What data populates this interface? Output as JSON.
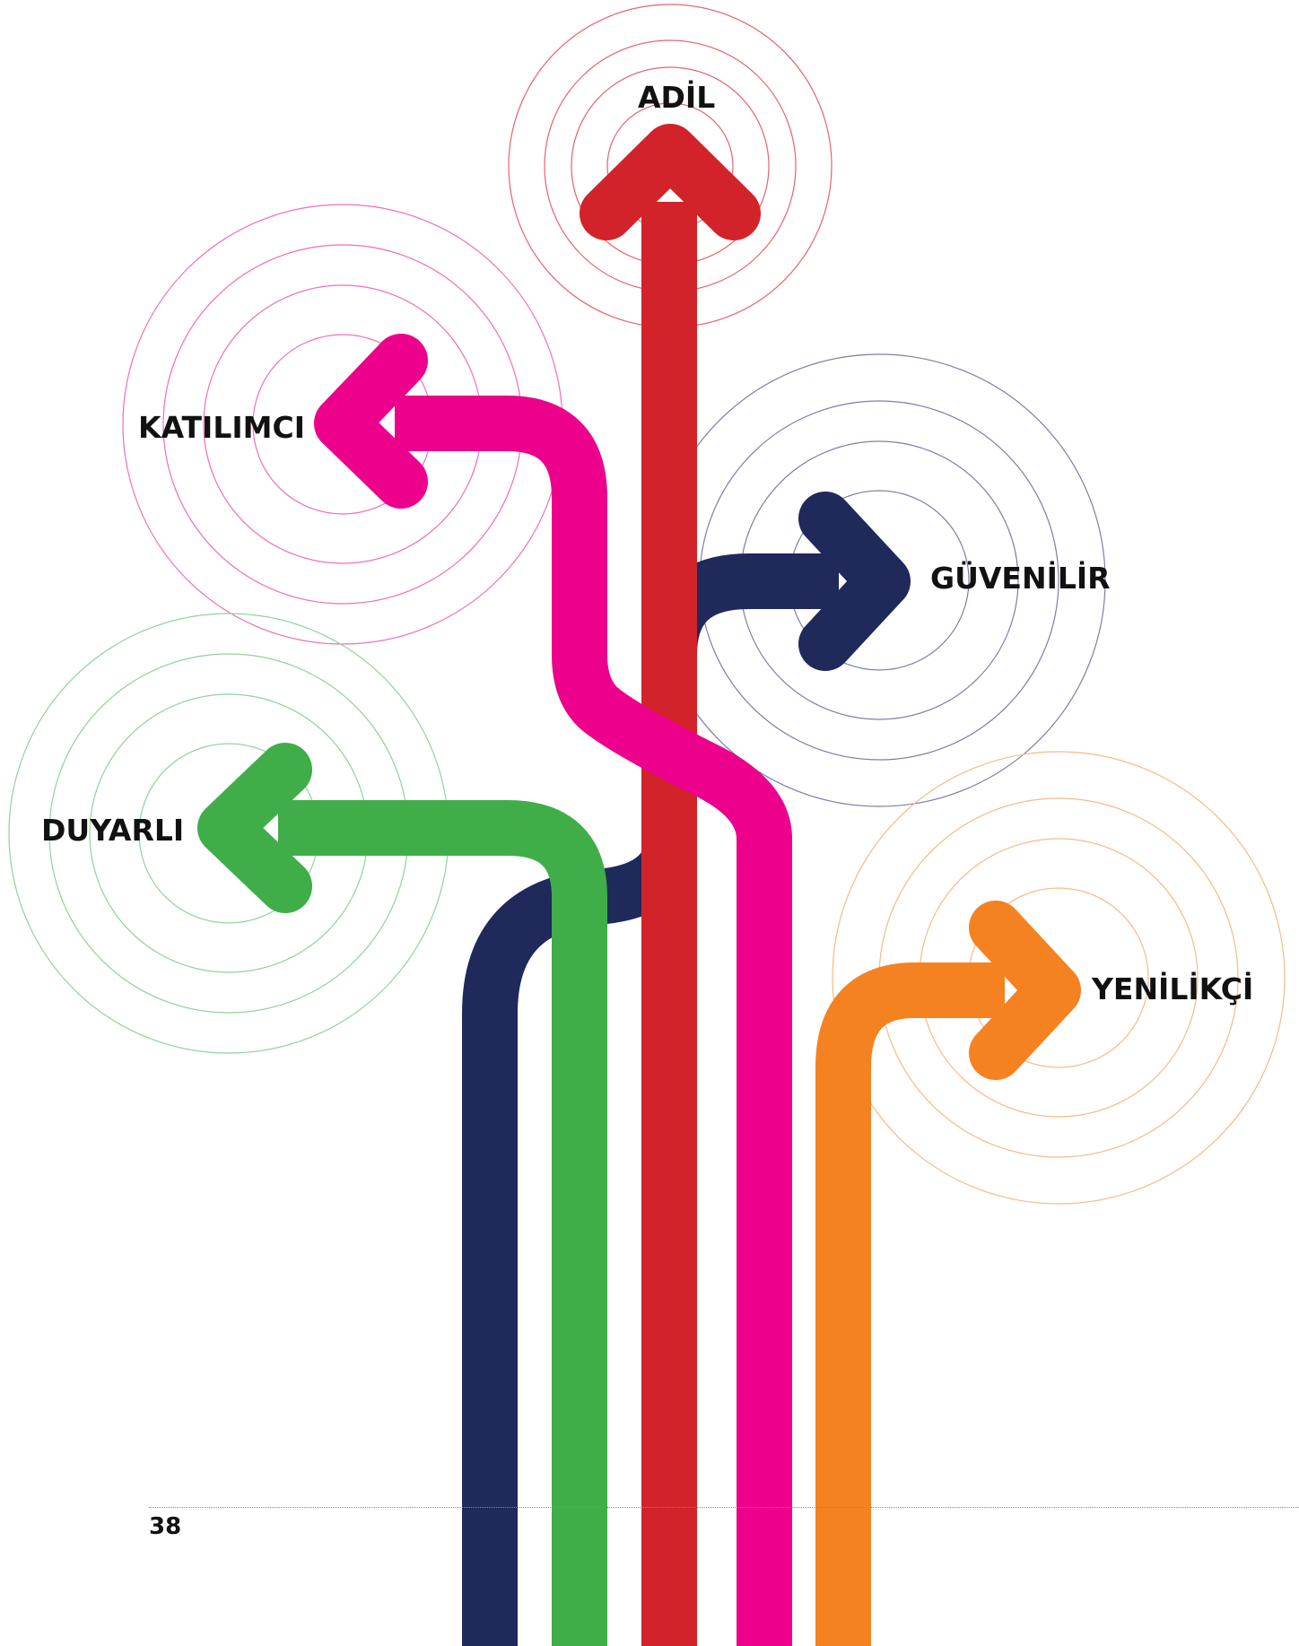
{
  "page": {
    "number": "38"
  },
  "values": [
    {
      "id": "adil",
      "label": "ADİL",
      "color": "#D2232A",
      "ring_color": "#E8636B",
      "direction": "up"
    },
    {
      "id": "katilimci",
      "label": "KATILIMCI",
      "color": "#EC008C",
      "ring_color": "#F06EB8",
      "direction": "left"
    },
    {
      "id": "guvenilir",
      "label": "GÜVENİLİR",
      "color": "#1F2A5A",
      "ring_color": "#7C80A6",
      "direction": "right"
    },
    {
      "id": "duyarli",
      "label": "DUYARLI",
      "color": "#3FAE49",
      "ring_color": "#8FD39A",
      "direction": "left"
    },
    {
      "id": "yenilikci",
      "label": "YENİLİKÇİ",
      "color": "#F58220",
      "ring_color": "#F8BA84",
      "direction": "right"
    }
  ]
}
